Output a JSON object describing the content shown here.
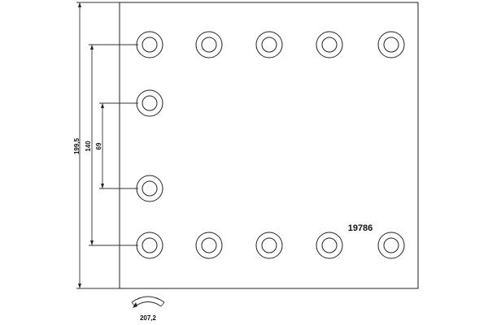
{
  "drawing": {
    "part_number": "19786",
    "dimensions": {
      "overall_height": "199,5",
      "outer_hole_spacing": "140",
      "inner_hole_spacing": "69",
      "arc_length": "207,2"
    },
    "holes": {
      "top_row": 5,
      "bottom_row": 5,
      "left_column_middle": 2
    }
  }
}
